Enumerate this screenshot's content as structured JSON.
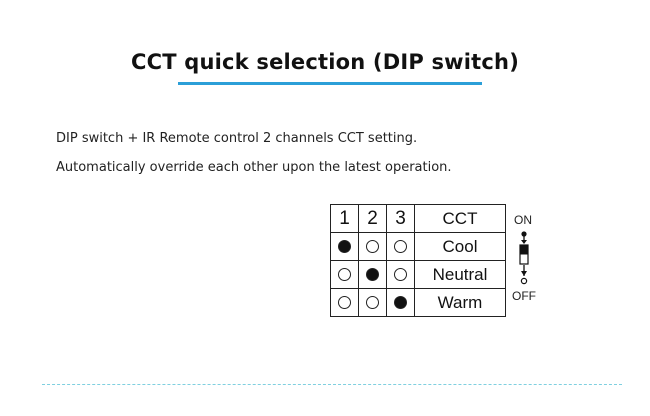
{
  "heading": {
    "title": "CCT quick selection (DIP switch)",
    "accent_color": "#2b9fd8"
  },
  "description": {
    "line1": "DIP switch + IR Remote control 2 channels CCT setting.",
    "line2": "Automatically override each other upon the latest operation."
  },
  "dip_table": {
    "headers": [
      "1",
      "2",
      "3",
      "CCT"
    ],
    "rows": [
      {
        "switches": [
          true,
          false,
          false
        ],
        "label": "Cool"
      },
      {
        "switches": [
          false,
          true,
          false
        ],
        "label": "Neutral"
      },
      {
        "switches": [
          false,
          false,
          true
        ],
        "label": "Warm"
      }
    ]
  },
  "switch_legend": {
    "on_label": "ON",
    "off_label": "OFF",
    "icon": "dip-switch-icon"
  }
}
